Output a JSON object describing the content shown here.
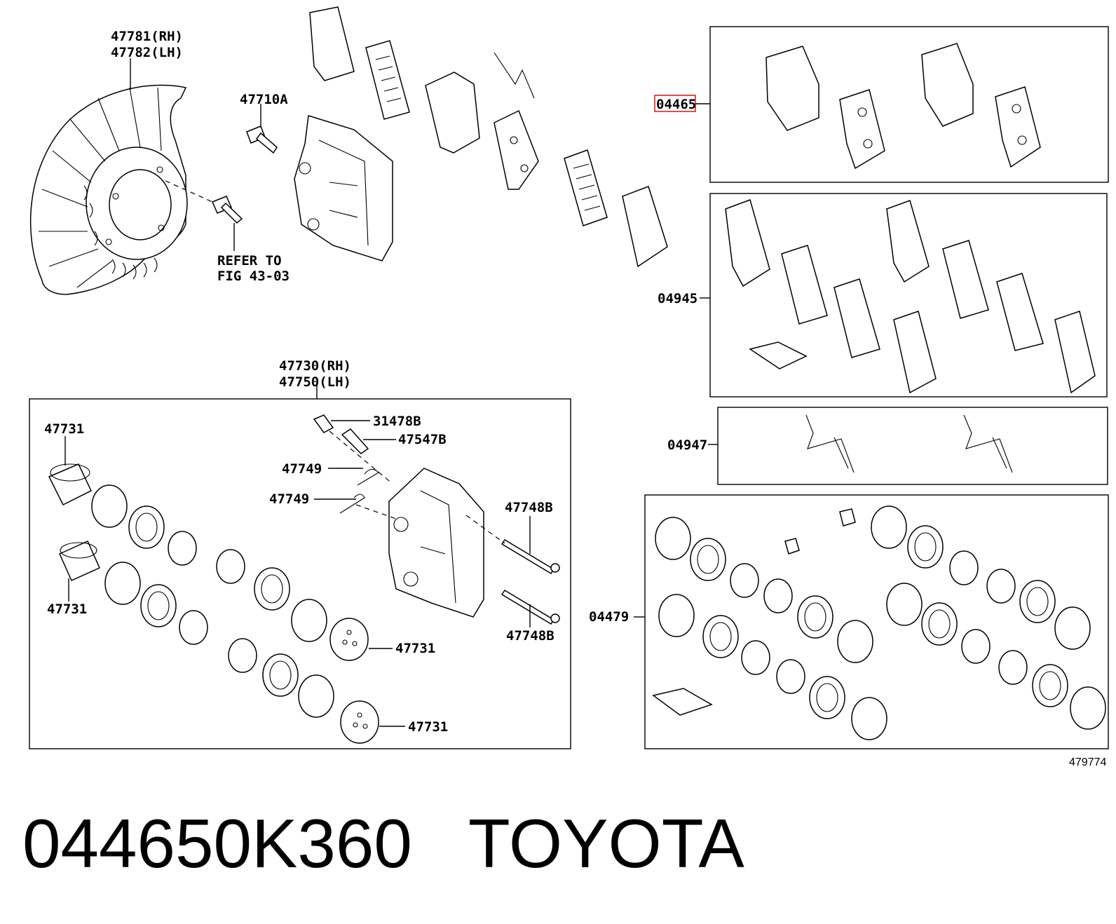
{
  "labels": {
    "dust_cover": "47781(RH)\n47782(LH)",
    "bolt": "47710A",
    "refer": "REFER TO\nFIG 43-03",
    "caliper": "47730(RH)\n47750(LH)",
    "pad_kit": "04465",
    "shim_kit": "04945",
    "clip_kit": "04947",
    "seal_kit": "04479",
    "piston_tl": "47731",
    "piston_bl": "47731",
    "piston_r1": "47731",
    "piston_r2": "47731",
    "bleeder_cap": "31478B",
    "bleeder_plug": "47547B",
    "clip_a": "47749",
    "clip_b": "47749",
    "pin_a": "47748B",
    "pin_b": "47748B",
    "figure_id": "479774"
  },
  "footer": {
    "part_number": "044650K360",
    "brand": "TOYOTA"
  },
  "colors": {
    "highlight": "#e02020",
    "ink": "#000000"
  }
}
